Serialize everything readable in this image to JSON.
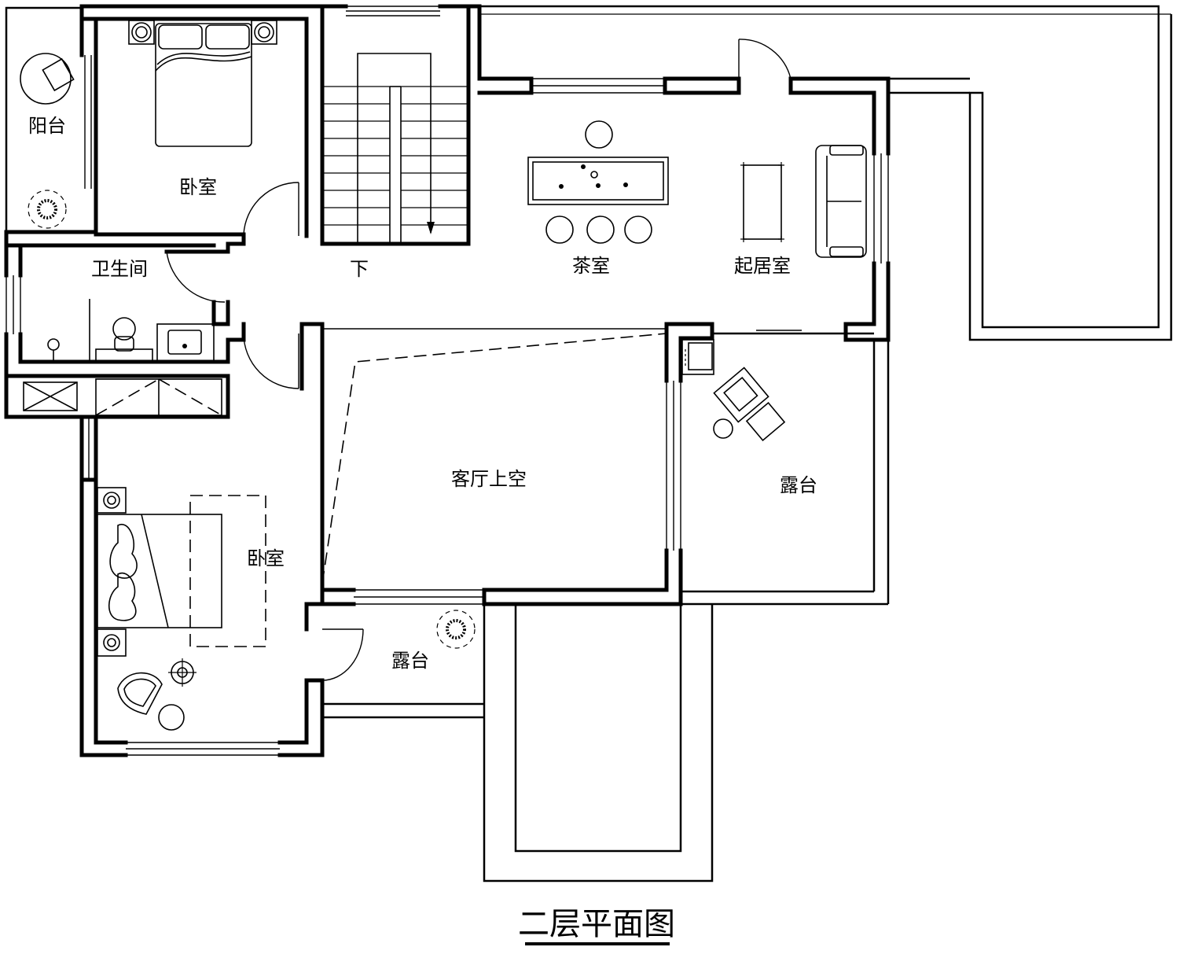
{
  "title": "二层平面图",
  "rooms": {
    "balcony": "阳台",
    "bedroom_top": "卧室",
    "bathroom": "卫生间",
    "stair_down": "下",
    "tea_room": "茶室",
    "living_room": "起居室",
    "living_void": "客厅上空",
    "terrace_east": "露台",
    "bedroom_bottom": "卧室",
    "terrace_south": "露台"
  }
}
